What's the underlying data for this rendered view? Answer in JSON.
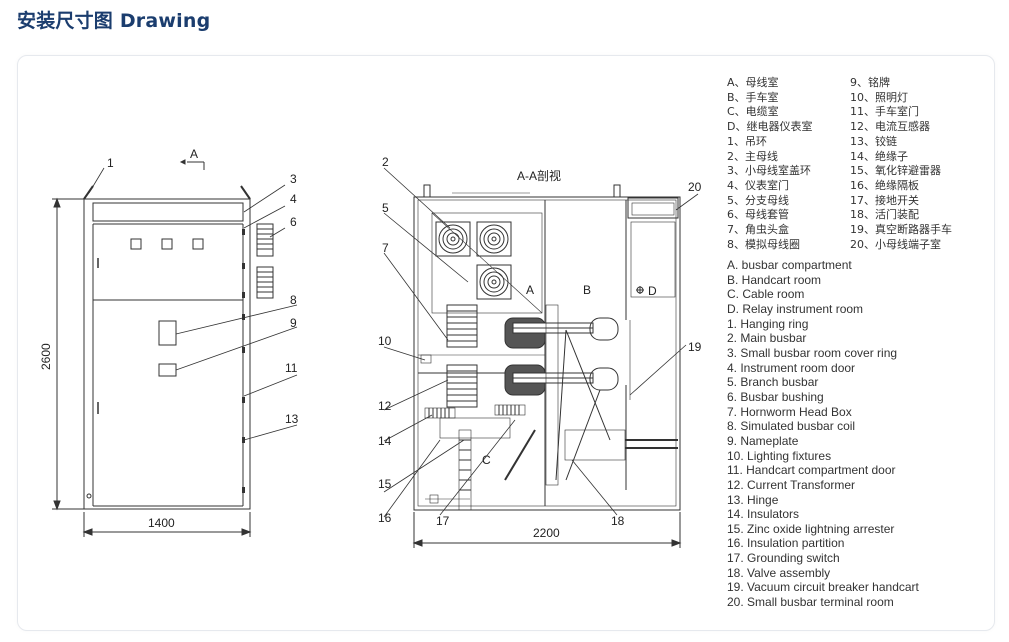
{
  "header": {
    "title": "安装尺寸图 Drawing"
  },
  "drawing": {
    "front_view": {
      "width_dim": "1400",
      "height_dim": "2600",
      "section_mark": "A",
      "callouts": [
        "1",
        "3",
        "4",
        "6",
        "8",
        "9",
        "11",
        "13"
      ]
    },
    "section_view": {
      "title": "A-A剖视",
      "width_dim": "2200",
      "compartment_labels": [
        "A",
        "B",
        "C",
        "D"
      ],
      "callouts": [
        "2",
        "5",
        "7",
        "10",
        "12",
        "14",
        "15",
        "16",
        "17",
        "18",
        "19",
        "20"
      ]
    }
  },
  "legend": {
    "zh_col1": [
      "A、母线室",
      "B、手车室",
      "C、电缆室",
      "D、继电器仪表室",
      "1、吊环",
      "2、主母线",
      "3、小母线室盖环",
      "4、仪表室门",
      "5、分支母线",
      "6、母线套管",
      "7、角虫头盒",
      "8、模拟母线圈"
    ],
    "zh_col2": [
      "9、铭牌",
      "10、照明灯",
      "11、手车室门",
      "12、电流互感器",
      "13、铰链",
      "14、绝缘子",
      "15、氧化锌避雷器",
      "16、绝缘隔板",
      "17、接地开关",
      "18、活门装配",
      "19、真空断路器手车",
      "20、小母线端子室"
    ],
    "en": [
      "A. busbar compartment",
      "B. Handcart room",
      "C. Cable room",
      "D. Relay instrument room",
      "1. Hanging ring",
      "2. Main busbar",
      "3. Small busbar room cover ring",
      "4. Instrument room door",
      "5. Branch busbar",
      "6. Busbar bushing",
      "7. Hornworm Head Box",
      "8. Simulated busbar coil",
      "9. Nameplate",
      "10. Lighting fixtures",
      "11. Handcart compartment door",
      "12. Current Transformer",
      "13. Hinge",
      "14. Insulators",
      "15. Zinc oxide lightning arrester",
      "16. Insulation partition",
      "17. Grounding switch",
      "18. Valve assembly",
      "19. Vacuum circuit breaker handcart",
      "20. Small busbar terminal room"
    ]
  }
}
